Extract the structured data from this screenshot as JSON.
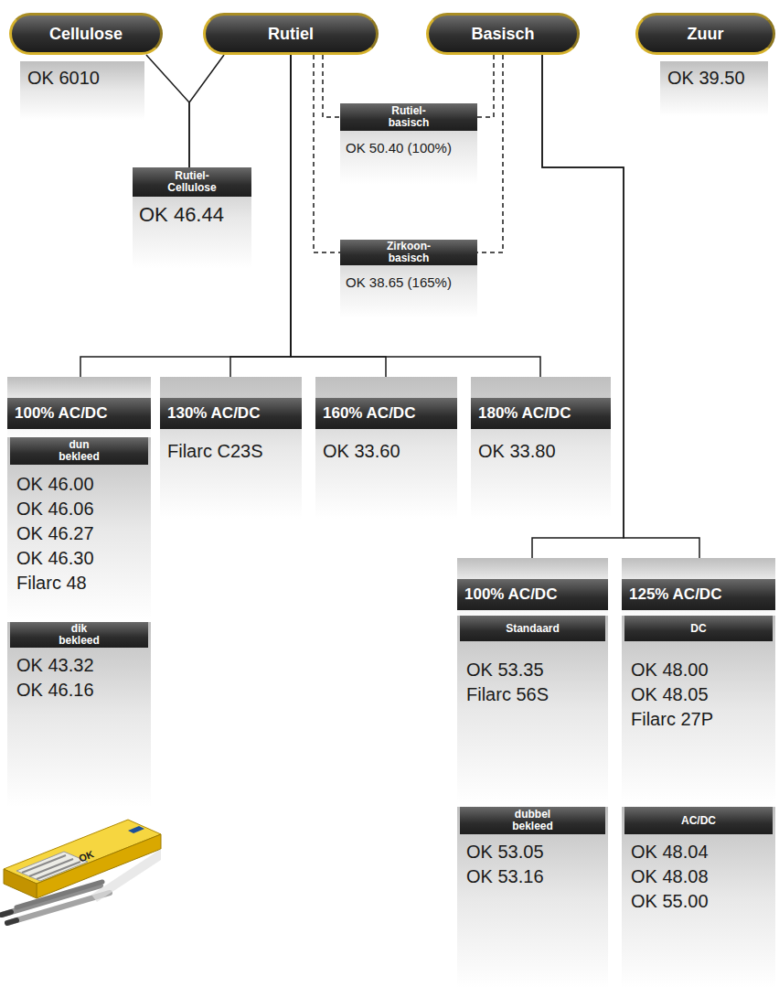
{
  "diagram": {
    "nodes": [
      {
        "text": [
          "Cellulose"
        ]
      },
      {
        "text": [
          "Rutiel"
        ]
      },
      {
        "text": [
          "Basisch"
        ]
      },
      {
        "text": [
          "Zuur"
        ]
      },
      {
        "text": [
          "OK 6010"
        ]
      },
      {
        "text": [
          "OK 39.50"
        ]
      },
      {
        "text": [
          "Rutiel- Cellulose",
          "OK 46.44"
        ]
      },
      {
        "text": [
          "Rutiel- basisch",
          "OK 50.40 (100%)"
        ]
      },
      {
        "text": [
          "Zirkoon- basisch",
          "OK 38.65 (165%)"
        ]
      },
      {
        "text": [
          "100% AC/DC"
        ]
      },
      {
        "text": [
          "dun bekleed",
          "OK 46.00",
          "OK 46.06",
          "OK 46.27",
          "OK 46.30",
          "Filarc 48"
        ],
        "in": 9
      },
      {
        "text": [
          "dik bekleed",
          "OK 43.32",
          "OK 46.16"
        ],
        "in": 9
      },
      {
        "text": [
          "130% AC/DC",
          "Filarc C23S"
        ]
      },
      {
        "text": [
          "160% AC/DC",
          "OK 33.60"
        ]
      },
      {
        "text": [
          "180% AC/DC",
          "OK 33.80"
        ]
      },
      {
        "text": [
          "100% AC/DC"
        ]
      },
      {
        "text": [
          "Standaard",
          "OK 53.35",
          "Filarc 56S"
        ],
        "in": 15
      },
      {
        "text": [
          "dubbel bekleed",
          "OK 53.05",
          "OK 53.16"
        ],
        "in": 15
      },
      {
        "text": [
          "125% AC/DC"
        ]
      },
      {
        "text": [
          "DC",
          "OK 48.00",
          "OK 48.05",
          "Filarc 27P"
        ],
        "in": 18
      },
      {
        "text": [
          "AC/DC",
          "OK 48.04",
          "OK 48.08",
          "OK 55.00"
        ],
        "in": 18
      }
    ],
    "edges": [
      {
        "from": 0,
        "to": 6,
        "arrow": "none"
      },
      {
        "from": 1,
        "to": 6,
        "arrow": "none"
      },
      {
        "from": 1,
        "to": 7,
        "arrow": "none"
      },
      {
        "from": 2,
        "to": 7,
        "arrow": "none"
      },
      {
        "from": 1,
        "to": 8,
        "arrow": "none"
      },
      {
        "from": 2,
        "to": 8,
        "arrow": "none"
      },
      {
        "from": 1,
        "to": 9,
        "arrow": "none"
      },
      {
        "from": 1,
        "to": 12,
        "arrow": "none"
      },
      {
        "from": 1,
        "to": 13,
        "arrow": "none"
      },
      {
        "from": 1,
        "to": 14,
        "arrow": "none"
      },
      {
        "from": 2,
        "to": 15,
        "arrow": "none"
      },
      {
        "from": 2,
        "to": 18,
        "arrow": "none"
      }
    ],
    "labels": [
      "OK"
    ]
  }
}
